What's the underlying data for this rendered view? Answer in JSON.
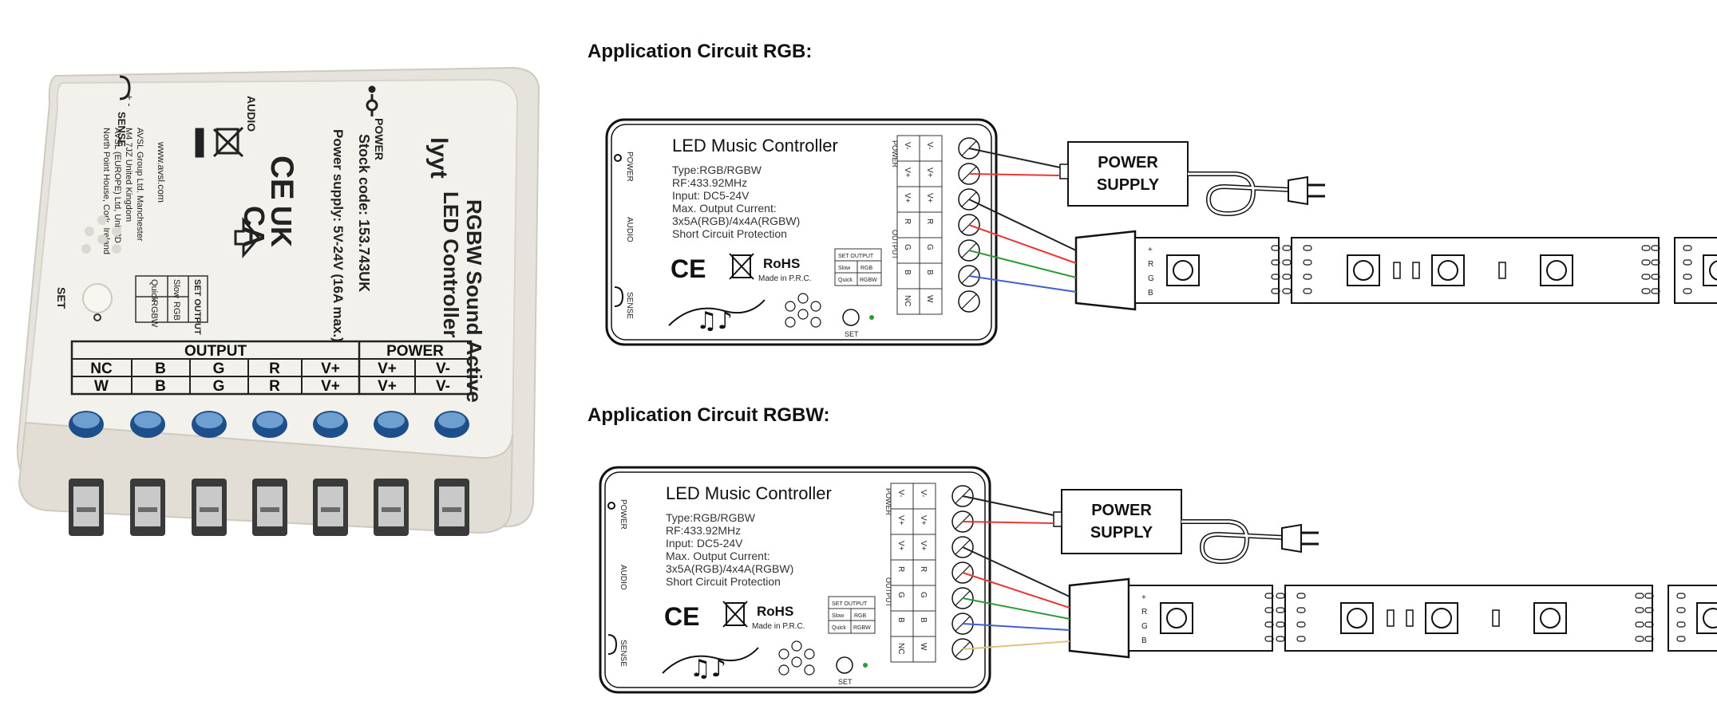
{
  "product": {
    "brand": "lyyt",
    "title_line1": "RGBW Sound Active",
    "title_line2": "LED Controller",
    "stock_code": "Stock code: 153.743UK",
    "power_supply": "Power supply: 5V-24V (16A max.)",
    "marks": [
      "CE",
      "UK",
      "CA"
    ],
    "company_lines": [
      "www.avsl.com",
      "AVSL Group Ltd. Manchester",
      "M4 7JZ United Kingdom",
      "AVSL (EUROPE) Ltd, Unit 3D",
      "North Point House, Cork, Ireland"
    ],
    "port_labels": {
      "power": "POWER",
      "audio": "AUDIO",
      "sense": "SENSE",
      "set": "SET",
      "sense_pins": "+ -"
    },
    "set_output_table": {
      "header": "SET OUTPUT",
      "rows": [
        [
          "Slow",
          "RGB"
        ],
        [
          "Quick",
          "RGBW"
        ]
      ]
    },
    "terminal_table": {
      "output_header": "OUTPUT",
      "power_header": "POWER",
      "row1": [
        "NC",
        "B",
        "G",
        "R",
        "V+",
        "V+",
        "V-"
      ],
      "row2": [
        "W",
        "B",
        "G",
        "R",
        "V+",
        "V+",
        "V-"
      ]
    }
  },
  "diagrams": [
    {
      "heading": "Application Circuit RGB:",
      "wire_colors": [
        "#222222",
        "#e53935",
        "#222222",
        "#e53935",
        "#2e9b3a",
        "#3f5fd0"
      ]
    },
    {
      "heading": "Application Circuit RGBW:",
      "wire_colors": [
        "#222222",
        "#e53935",
        "#222222",
        "#e53935",
        "#2e9b3a",
        "#3f5fd0",
        "#e0c080"
      ]
    }
  ],
  "controller": {
    "title": "LED Music Controller",
    "specs": [
      "Type:RGB/RGBW",
      "RF:433.92MHz",
      "Input: DC5-24V",
      "Max. Output Current:",
      "3x5A(RGB)/4x4A(RGBW)",
      "Short Circuit Protection"
    ],
    "ce": "CE",
    "rohs": "RoHS",
    "made_in": "Made in P.R.C.",
    "set": "SET",
    "side_labels": {
      "power": "POWER",
      "audio": "AUDIO",
      "sense": "SENSE",
      "output": "OUTPUT",
      "power_col": "POWER"
    },
    "mini_table": {
      "header": "SET OUTPUT",
      "rows": [
        [
          "Slow",
          "RGB"
        ],
        [
          "Quick",
          "RGBW"
        ]
      ]
    },
    "terminal_col1": [
      "V-",
      "V+",
      "V+",
      "R",
      "G",
      "B",
      "NC"
    ],
    "terminal_col2": [
      "V-",
      "V+",
      "V+",
      "R",
      "G",
      "B",
      "W"
    ]
  },
  "power_supply_box": {
    "line1": "POWER",
    "line2": "SUPPLY"
  },
  "strip_labels": [
    "+",
    "R",
    "G",
    "B"
  ]
}
